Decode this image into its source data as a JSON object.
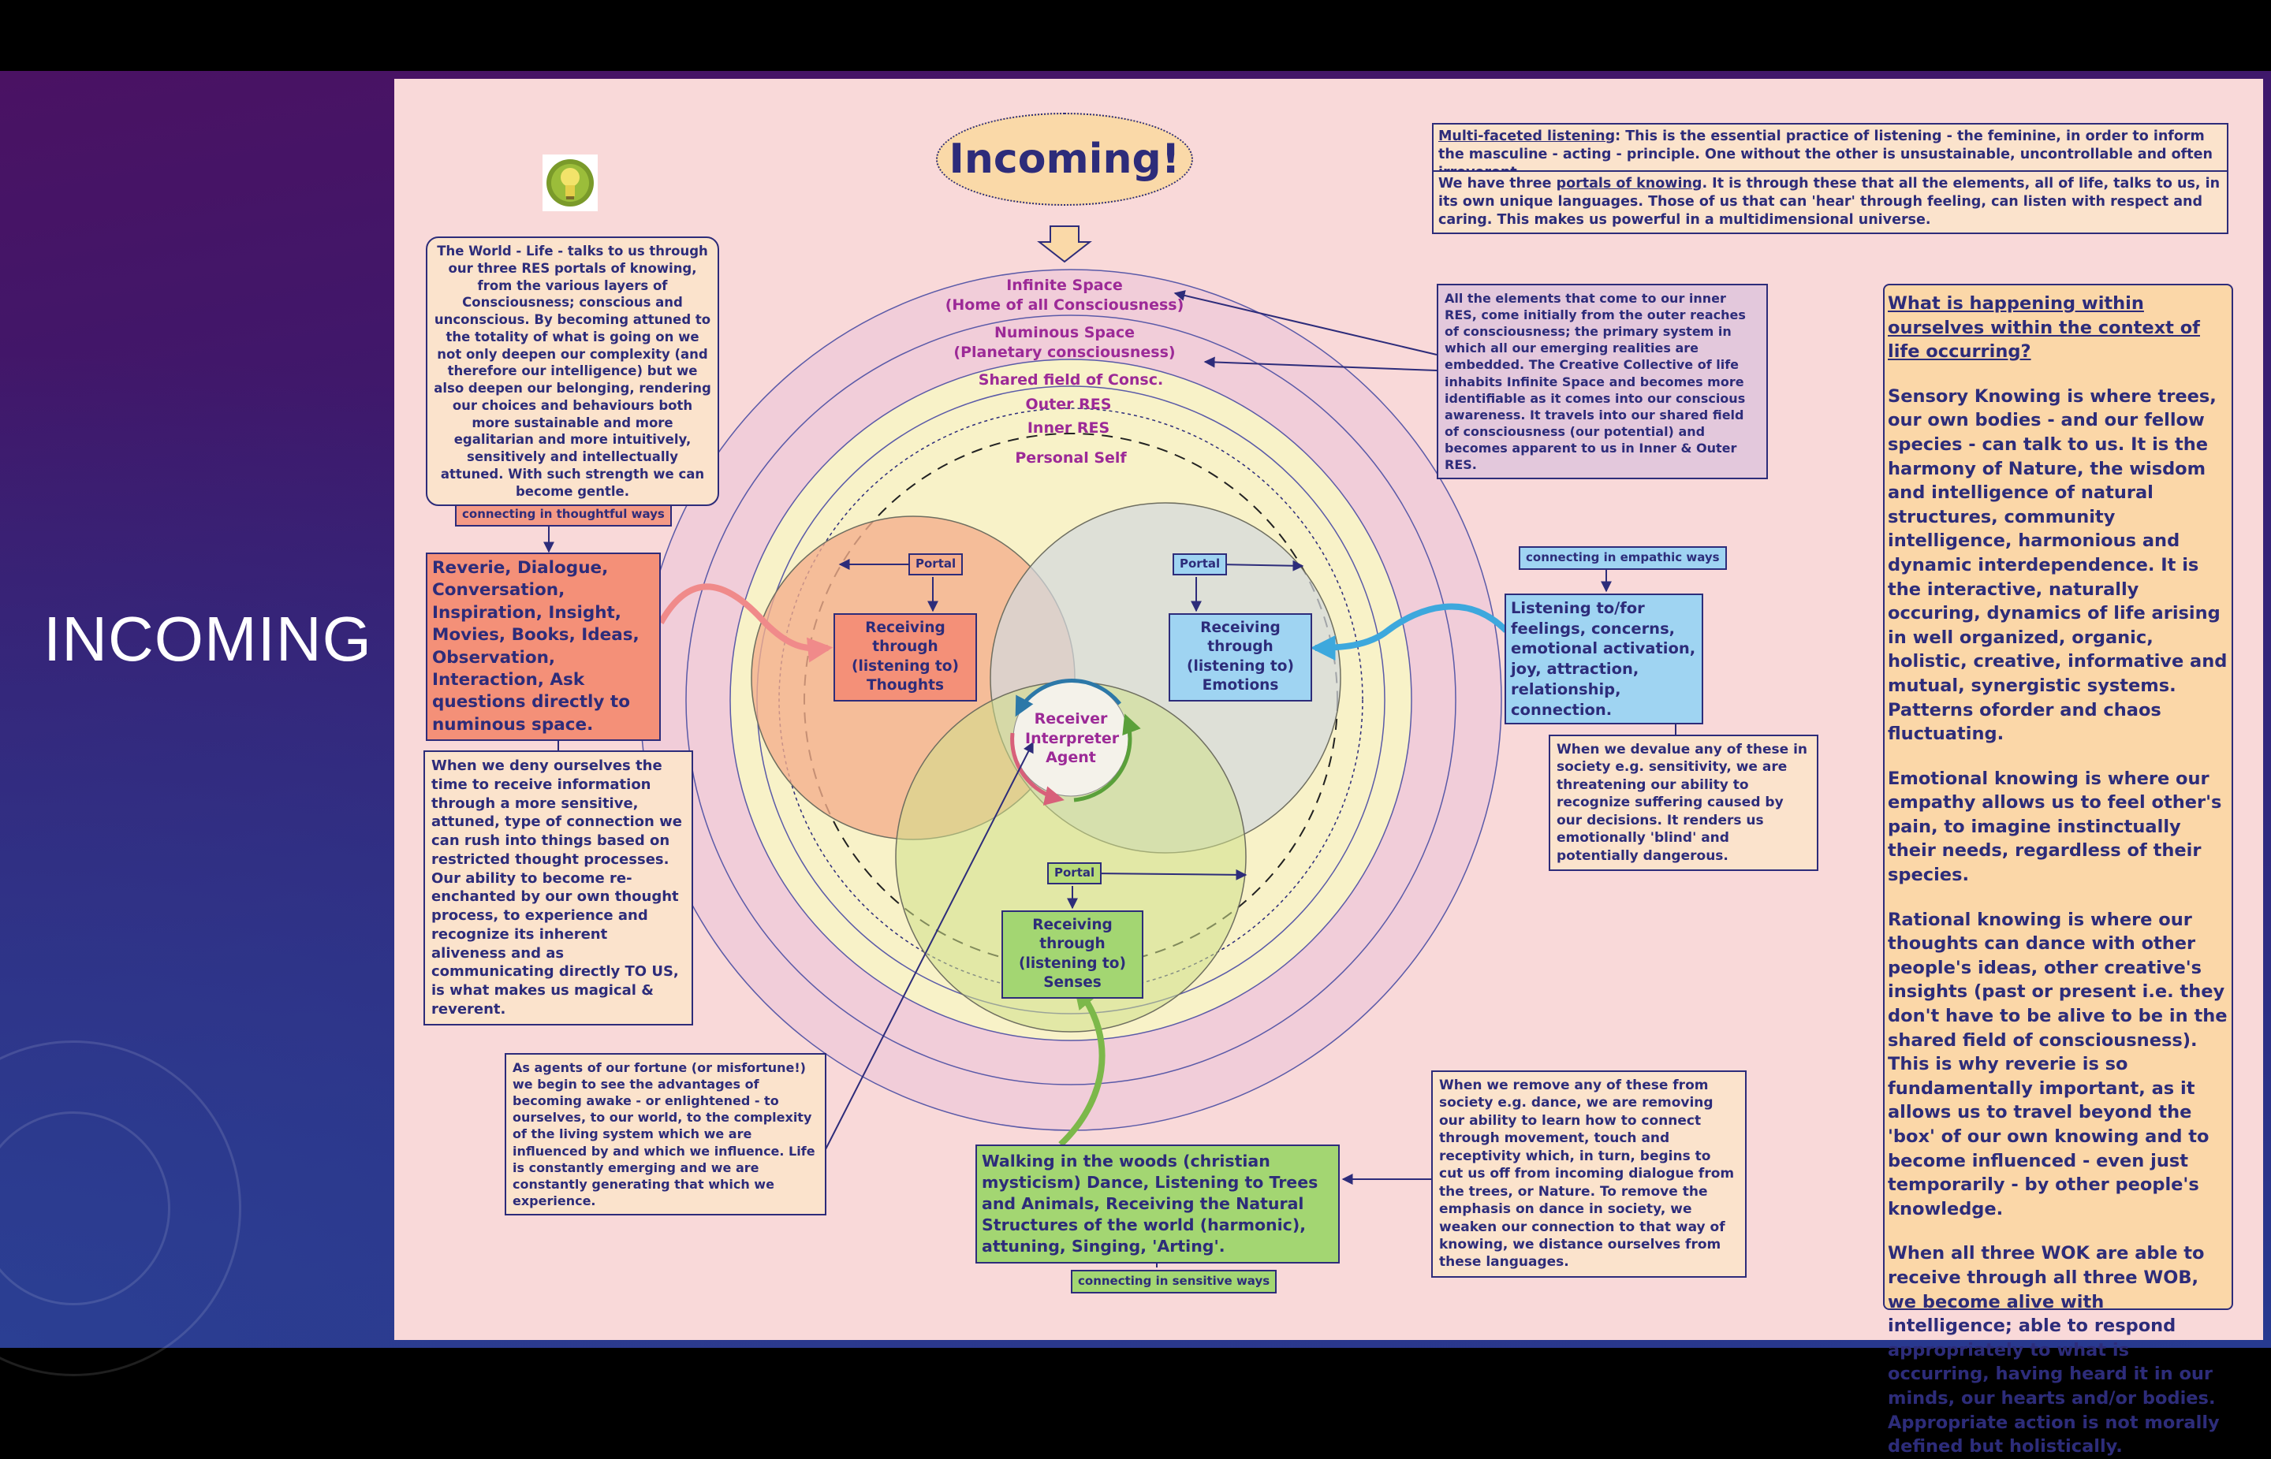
{
  "slide_title": "INCOMING",
  "diagram_title": "Incoming!",
  "colors": {
    "panel_bg": "#f9d9d9",
    "outer_ring": "#f0ccd8",
    "inner_ring": "#f8f2c8",
    "thoughts_circle": "#f4ae8c",
    "emotions_circle": "#dcdcdc",
    "senses_circle": "#d6e59a",
    "ink": "#2d2c7a",
    "label_purple": "#9c2a97",
    "pink_arrow": "#f08a8a",
    "blue_arrow": "#3da8dd",
    "green_arrow": "#7cb84a"
  },
  "rings": {
    "infinite_space": "Infinite Space",
    "infinite_space_sub": "(Home of all Consciousness)",
    "numinous_space": "Numinous Space",
    "numinous_space_sub": "(Planetary consciousness)",
    "shared_field": "Shared field of Consc.",
    "outer_res": "Outer RES",
    "inner_res": "Inner RES",
    "personal_self": "Personal Self"
  },
  "receiver": "Receiver Interpreter Agent",
  "portals": {
    "thoughts": "Portal",
    "emotions": "Portal",
    "senses": "Portal"
  },
  "receiving": {
    "thoughts": "Receiving through (listening to) Thoughts",
    "emotions": "Receiving through (listening to) Emotions",
    "senses": "Receiving through (listening to) Senses"
  },
  "connect_tags": {
    "thoughtful": "connecting in thoughtful ways",
    "empathic": "connecting in empathic ways",
    "sensitive": "connecting in sensitive ways"
  },
  "practices": {
    "thought": "Reverie, Dialogue, Conversation, Inspiration, Insight, Movies, Books, Ideas, Observation, Interaction, Ask questions directly to numinous space.",
    "emotion": "Listening to/for feelings, concerns, emotional activation, joy, attraction, relationship, connection.",
    "senses": "Walking in the woods (christian mysticism) Dance, Listening to Trees and Animals, Receiving the Natural Structures of the world (harmonic), attuning, Singing, 'Arting'."
  },
  "notes": {
    "world_life": "The World - Life - talks to us through our three RES portals of knowing, from the various layers of Consciousness; conscious and unconscious. By becoming attuned to the totality of what is going on we not only deepen our complexity (and therefore our intelligence) but we also deepen our belonging, rendering our choices and behaviours both more sustainable and more egalitarian and more intuitively, sensitively and intellectually attuned. With such strength we can become gentle.",
    "deny_time": "When we deny ourselves the time to receive information through a more sensitive, attuned, type of connection we  can rush into things based on restricted thought processes. Our ability to become re-enchanted by our own thought process, to experience and recognize its inherent aliveness and as communicating directly TO US, is what makes us magical & reverent.",
    "agents": "As agents of our fortune (or misfortune!) we begin to see the advantages of becoming awake - or enlightened - to ourselves, to our world, to the complexity of the living system which we are influenced by and which we influence. Life is constantly emerging and we are constantly generating that which we experience.",
    "elements": "All the elements that come to our inner RES, come initially from the outer reaches of consciousness; the primary system in which all our emerging realities are embedded. The Creative Collective of life inhabits Infinite Space and becomes more identifiable as it comes into our conscious awareness. It travels into our shared field of consciousness (our potential) and becomes apparent to us in Inner & Outer RES.",
    "devalue": "When we devalue any of these in society e.g. sensitivity, we are threatening our ability to recognize suffering caused by our decisions. It renders us emotionally 'blind' and potentially dangerous.",
    "remove": "When we remove any of these from society e.g. dance, we are removing our ability to learn how to connect through movement, touch and receptivity which, in turn, begins to cut us off from incoming dialogue from the trees, or Nature. To remove the emphasis on dance in society, we weaken our connection to that way of knowing, we distance ourselves from these languages."
  },
  "listening": {
    "heading": "Multi-faceted listening",
    "text": ": This is the essential practice of listening - the feminine, in order to inform the masculine - acting - principle. One without the other is unsustainable, uncontrollable and often irreverent.",
    "portals_pre": "We have three ",
    "portals_link": "portals of knowing",
    "portals_text": ". It is through these that all the elements, all of life, talks to us, in its own unique languages. Those of us that can 'hear' through feeling, can listen with respect and caring. This makes us powerful in a multidimensional universe."
  },
  "side": {
    "heading": "What is happening within ourselves within the context of life occurring?",
    "sensory": "Sensory Knowing is where trees, our own bodies - and our fellow species - can talk to us. It is the harmony of Nature, the wisdom and intelligence of natural structures, community intelligence, harmonious and dynamic interdependence. It is the interactive, naturally occuring, dynamics of life arising in well organized, organic, holistic, creative, informative and mutual, synergistic systems. Patterns oforder and chaos fluctuating.",
    "emotional": "Emotional knowing is where our empathy allows us to feel other's pain, to imagine instinctually their needs, regardless of their species.",
    "rational": "Rational knowing is where our thoughts can dance with other people's ideas, other creative's insights (past or present i.e. they don't have to be alive to be in the shared field of consciousness). This is why reverie is so fundamentally important, as it allows us to travel beyond the 'box' of our own knowing and to become influenced - even just temporarily - by other people's knowledge.",
    "wok": "When all three WOK are able to receive through all three WOB, we become alive with intelligence; able to respond appropriately to what is occurring, having heard it in our minds, our hearts and/or bodies. Appropriate action is not morally defined but holistically."
  },
  "icons": {
    "bulb": "lightbulb-icon",
    "arrow": "down-arrow-icon"
  }
}
